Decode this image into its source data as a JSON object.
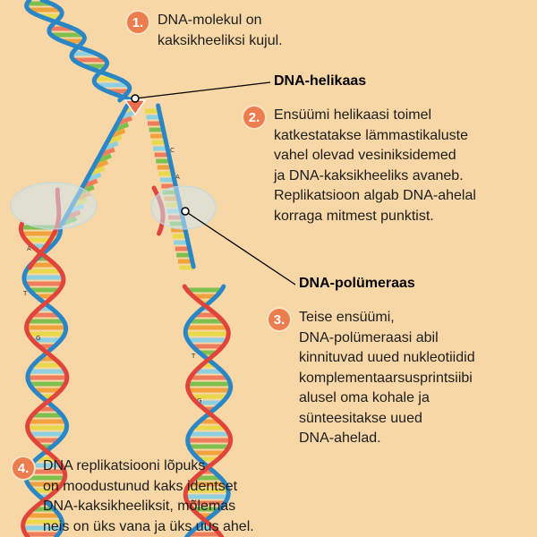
{
  "colors": {
    "background": "#f7d7a6",
    "number_badge": "#ec7d4f",
    "old_strand": "#2b86c5",
    "new_strand": "#e0443a",
    "helicase": "#ec6b4b",
    "base_colors": [
      "#7fbf4d",
      "#f2a23a",
      "#e8d84a",
      "#8ecfe0",
      "#ef7d5c"
    ]
  },
  "steps": [
    {
      "number": "1.",
      "text": "DNA-molekul on\nkaksikheeliksi kujul."
    },
    {
      "number": "2.",
      "text": "Ensüümi helikaasi toimel\nkatkestatakse lämmastikaluste\nvahel olevad vesiniksidemed\nja DNA-kaksikheeliks avaneb.\nReplikatsioon algab DNA-ahelal\nkorraga mitmest punktist."
    },
    {
      "number": "3.",
      "text": "Teise ensüümi,\nDNA-polümeraasi abil\nkinnituvad uued nukleotiidid\nkomplementaarsusprintsiibi\nalusel oma kohale ja\nsünteesitakse uued\nDNA-ahelad."
    },
    {
      "number": "4.",
      "text": "DNA replikatsiooni lõpuks\non moodustunud kaks identset\nDNA-kaksikheeliksit, mõlemas\nneis on üks vana ja üks uus ahel."
    }
  ],
  "labels": {
    "helicase": "DNA-helikaas",
    "polymerase": "DNA-polümeraas"
  },
  "base_letters": [
    "A",
    "T",
    "G",
    "C"
  ]
}
